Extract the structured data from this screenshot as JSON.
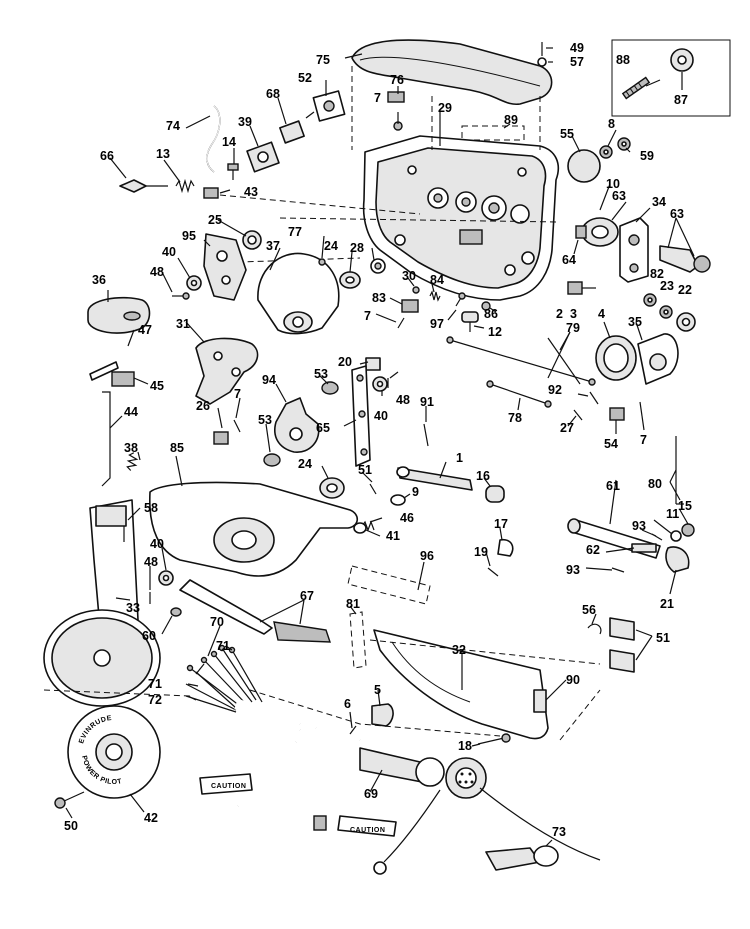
{
  "callouts": [
    "1",
    "2",
    "3",
    "4",
    "5",
    "6",
    "7",
    "8",
    "9",
    "10",
    "11",
    "12",
    "13",
    "14",
    "15",
    "16",
    "17",
    "18",
    "19",
    "20",
    "21",
    "22",
    "23",
    "24",
    "25",
    "26",
    "27",
    "28",
    "29",
    "30",
    "31",
    "32",
    "33",
    "34",
    "35",
    "36",
    "37",
    "38",
    "39",
    "40",
    "41",
    "42",
    "43",
    "44",
    "45",
    "46",
    "47",
    "48",
    "49",
    "50",
    "51",
    "52",
    "53",
    "54",
    "55",
    "56",
    "57",
    "58",
    "59",
    "60",
    "61",
    "62",
    "63",
    "64",
    "65",
    "66",
    "67",
    "68",
    "69",
    "70",
    "71",
    "72",
    "73",
    "74",
    "75",
    "76",
    "77",
    "78",
    "79",
    "80",
    "81",
    "82",
    "83",
    "84",
    "85",
    "86",
    "87",
    "88",
    "89",
    "90",
    "91",
    "92",
    "93",
    "94",
    "95",
    "96",
    "97"
  ],
  "embossed_text": {
    "wheel_brand": "EVINRUDE",
    "wheel_model": "POWER PILOT",
    "caution_tag_1": "CAUTION",
    "caution_tag_2": "CAUTION"
  },
  "colors": {
    "ink": "#111111",
    "paper": "#ffffff",
    "shade": "#bdbdbd"
  }
}
